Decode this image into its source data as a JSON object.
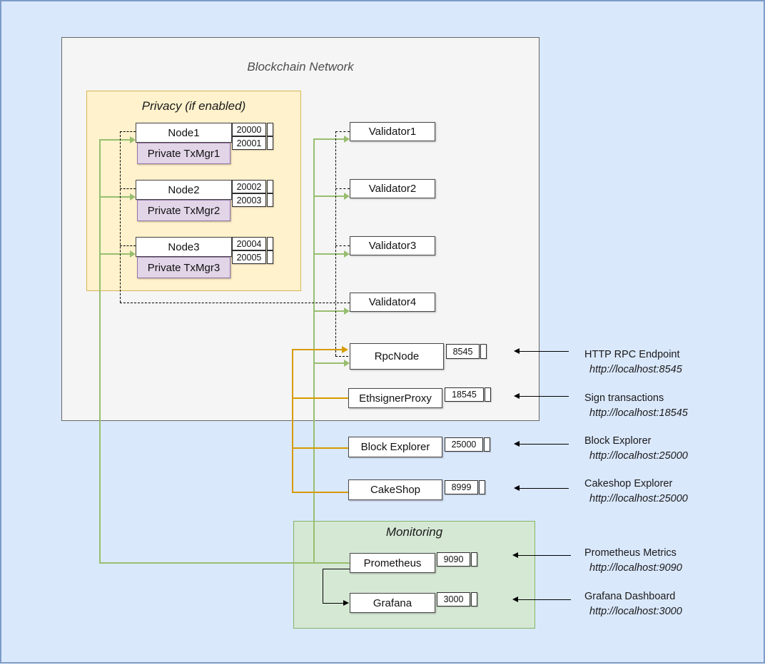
{
  "network": {
    "title": "Blockchain Network"
  },
  "privacy": {
    "title": "Privacy (if enabled)",
    "nodes": [
      {
        "label": "Node1",
        "txmgr": "Private TxMgr1",
        "ports": [
          "20000",
          "20001"
        ]
      },
      {
        "label": "Node2",
        "txmgr": "Private TxMgr2",
        "ports": [
          "20002",
          "20003"
        ]
      },
      {
        "label": "Node3",
        "txmgr": "Private TxMgr3",
        "ports": [
          "20004",
          "20005"
        ]
      }
    ]
  },
  "validators": [
    {
      "label": "Validator1"
    },
    {
      "label": "Validator2"
    },
    {
      "label": "Validator3"
    },
    {
      "label": "Validator4"
    }
  ],
  "services": [
    {
      "label": "RpcNode",
      "port": "8545"
    },
    {
      "label": "EthsignerProxy",
      "port": "18545"
    },
    {
      "label": "Block Explorer",
      "port": "25000"
    },
    {
      "label": "CakeShop",
      "port": "8999"
    }
  ],
  "monitoring": {
    "title": "Monitoring",
    "items": [
      {
        "label": "Prometheus",
        "port": "9090"
      },
      {
        "label": "Grafana",
        "port": "3000"
      }
    ]
  },
  "annotations": [
    {
      "title": "HTTP RPC Endpoint",
      "url": "http://localhost:8545"
    },
    {
      "title": "Sign transactions",
      "url": "http://localhost:18545"
    },
    {
      "title": "Block Explorer",
      "url": "http://localhost:25000"
    },
    {
      "title": "Cakeshop Explorer",
      "url": "http://localhost:25000"
    },
    {
      "title": "Prometheus Metrics",
      "url": "http://localhost:9090"
    },
    {
      "title": "Grafana Dashboard",
      "url": "http://localhost:3000"
    }
  ],
  "colors": {
    "canvas_bg": "#dae8fc",
    "canvas_border": "#7d9bc7",
    "network_fill": "#f5f5f5",
    "privacy_fill": "#fff2cc",
    "privacy_stroke": "#d6b656",
    "txmgr_fill": "#e1d5e7",
    "txmgr_stroke": "#9673a6",
    "monitoring_fill": "#d5e8d4",
    "monitoring_stroke": "#82b366",
    "connector_green": "#97be6f",
    "connector_orange": "#d79b00"
  }
}
